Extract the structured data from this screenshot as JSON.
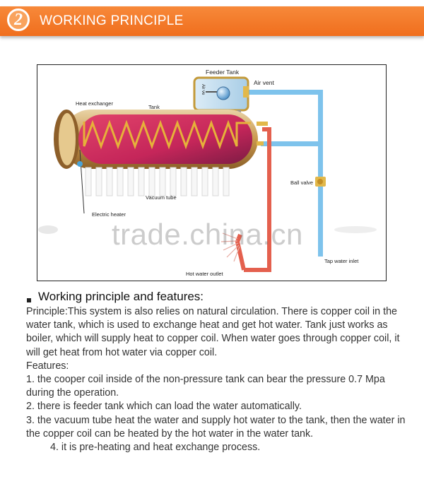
{
  "header": {
    "badge_number": "2",
    "title": "WORKING PRINCIPLE"
  },
  "diagram": {
    "labels": {
      "feeder_tank": "Feeder Tank",
      "air_vent": "Air vent",
      "heat_exchanger": "Heat exchanger",
      "tank": "Tank",
      "ball_valve": "Ball  valve",
      "vacuum_tube": "Vacuum tube",
      "electric_heater": "Electric heater",
      "hot_water_outlet": "Hot water outlet",
      "tap_water_inlet": "Tap water inlet",
      "feeder_side_text": "Air ve"
    },
    "watermark": "trade.china.cn",
    "colors": {
      "cold_pipe": "#7ec3ec",
      "hot_pipe": "#e4604e",
      "tank_outer": "#c8a060",
      "tank_inner": "#cf2a55",
      "coil": "#e6b13a",
      "fitting": "#e2b84a"
    }
  },
  "section": {
    "title": "Working principle and  features:",
    "lines": [
      "Principle:This system is also relies on natural circulation. There is copper coil in the water tank, which is used to exchange heat and get hot water. Tank just works as boiler, which will supply heat to copper coil. When water goes through copper coil, it will get heat from hot water via copper coil.",
      "Features:",
      "1. the cooper coil inside of the non-pressure tank can bear the pressure 0.7 Mpa during the operation.",
      "2. there is feeder tank which can load the water automatically.",
      "3. the vacuum tube heat the water and supply hot water to the tank, then the water in the copper coil can be heated by the hot water in the water tank.",
      "4. it is pre-heating and heat exchange process."
    ]
  },
  "theme": {
    "banner_color": "#f27a2a",
    "text_color": "#333333"
  }
}
